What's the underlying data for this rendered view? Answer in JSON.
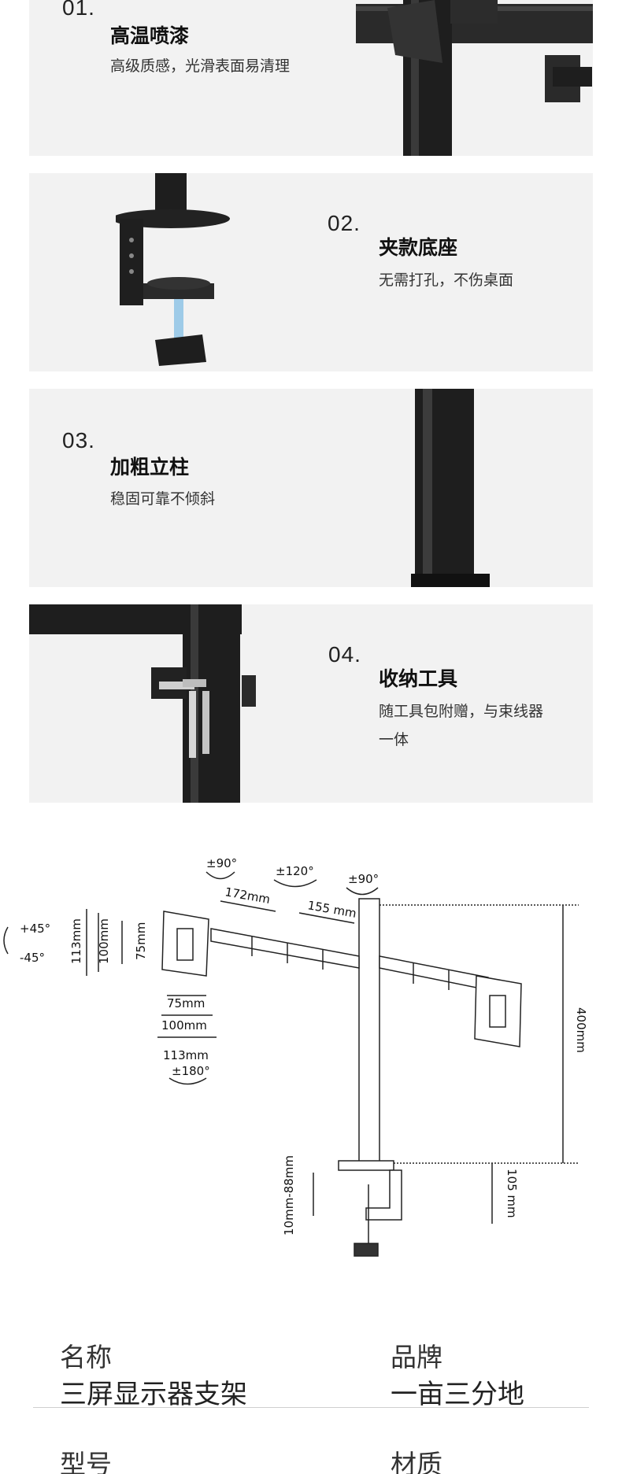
{
  "features": [
    {
      "number": "01.",
      "title": "高温喷漆",
      "desc": "高级质感，光滑表面易清理",
      "image": "paint-closeup-icon"
    },
    {
      "number": "02.",
      "title": "夹款底座",
      "desc": "无需打孔，不伤桌面",
      "image": "desk-clamp-icon"
    },
    {
      "number": "03.",
      "title": "加粗立柱",
      "desc": "稳固可靠不倾斜",
      "image": "thick-pole-icon"
    },
    {
      "number": "04.",
      "title": "收纳工具",
      "desc_line1": "随工具包附赠，与束线器",
      "desc_line2": "一体",
      "image": "tool-storage-icon"
    }
  ],
  "diagram": {
    "labels": {
      "tilt_up": "+45°",
      "tilt_down": "-45°",
      "swivel_left": "±90°",
      "swivel_mid": "±120°",
      "swivel_right": "±90°",
      "arm1": "172mm",
      "arm2": "155 mm",
      "h113": "113mm",
      "h100": "100mm",
      "h75": "75mm",
      "w75": "75mm",
      "w100": "100mm",
      "w113": "113mm",
      "rotate": "±180°",
      "height": "400mm",
      "clamp_range": "10mm-88mm",
      "clamp_height": "105 mm"
    }
  },
  "specs": [
    {
      "label": "名称",
      "value": "三屏显示器支架"
    },
    {
      "label": "品牌",
      "value": "一亩三分地"
    },
    {
      "label": "型号",
      "value": ""
    },
    {
      "label": "材质",
      "value": ""
    }
  ]
}
